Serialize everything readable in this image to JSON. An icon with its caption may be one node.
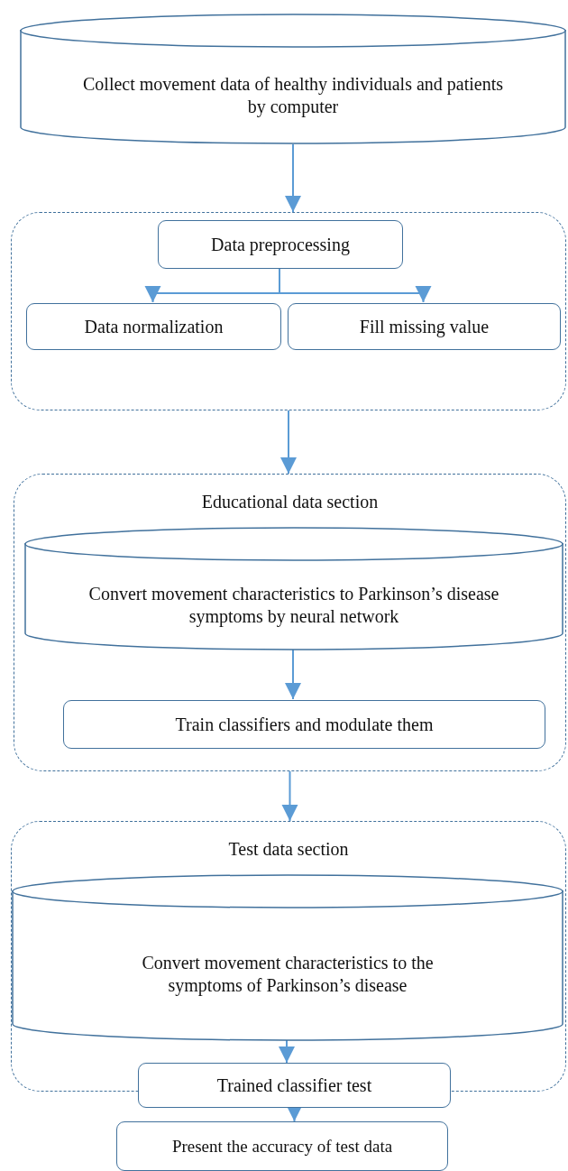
{
  "diagram": {
    "nodes": [
      {
        "text": [
          "Collect movement data of healthy individuals and patients by computer"
        ]
      },
      {
        "text": [],
        "shape": "box"
      },
      {
        "text": [
          "Data preprocessing"
        ],
        "in": 1
      },
      {
        "text": [
          "Data normalization"
        ],
        "in": 1
      },
      {
        "text": [
          "Fill missing value"
        ],
        "in": 1
      },
      {
        "text": [
          "Educational data section"
        ]
      },
      {
        "text": [
          "Convert movement characteristics to Parkinson’s disease symptoms by neural network"
        ],
        "in": 5
      },
      {
        "text": [
          "Train classifiers and modulate them"
        ],
        "in": 5
      },
      {
        "text": [
          "Test data section"
        ]
      },
      {
        "text": [
          "Convert movement characteristics to the symptoms of Parkinson’s disease"
        ],
        "in": 8
      },
      {
        "text": [
          "Trained classifier test"
        ]
      },
      {
        "text": [
          "Present the accuracy of test data"
        ]
      }
    ],
    "edges": [
      {
        "from": 0,
        "to": 1,
        "arrow": "to"
      },
      {
        "from": 2,
        "to": 3,
        "arrow": "to"
      },
      {
        "from": 2,
        "to": 4,
        "arrow": "to"
      },
      {
        "from": 1,
        "to": 5,
        "arrow": "to"
      },
      {
        "from": 6,
        "to": 7,
        "arrow": "to"
      },
      {
        "from": 5,
        "to": 8,
        "arrow": "to"
      },
      {
        "from": 9,
        "to": 10,
        "arrow": "to"
      },
      {
        "from": 10,
        "to": 11,
        "arrow": "to"
      }
    ]
  }
}
